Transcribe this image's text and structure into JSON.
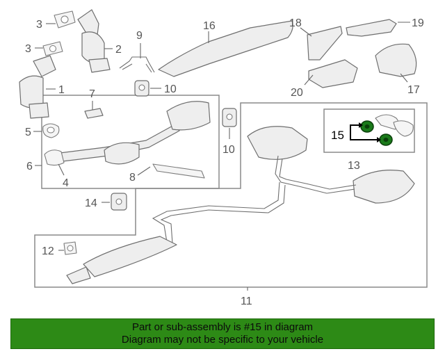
{
  "callouts": {
    "c1": "1",
    "c2": "2",
    "c3a": "3",
    "c3b": "3",
    "c4": "4",
    "c5": "5",
    "c6": "6",
    "c7": "7",
    "c8": "8",
    "c9": "9",
    "c10a": "10",
    "c10b": "10",
    "c11": "11",
    "c12": "12",
    "c13": "13",
    "c14": "14",
    "c15": "15",
    "c16": "16",
    "c17": "17",
    "c18": "18",
    "c19": "19",
    "c20": "20"
  },
  "highlight": {
    "part_number": "15",
    "color": "#1a7a1a"
  },
  "banner": {
    "line1": "Part or sub-assembly is #15 in diagram",
    "line2": "Diagram may not be specific to your vehicle",
    "color": "#2d8a16"
  }
}
